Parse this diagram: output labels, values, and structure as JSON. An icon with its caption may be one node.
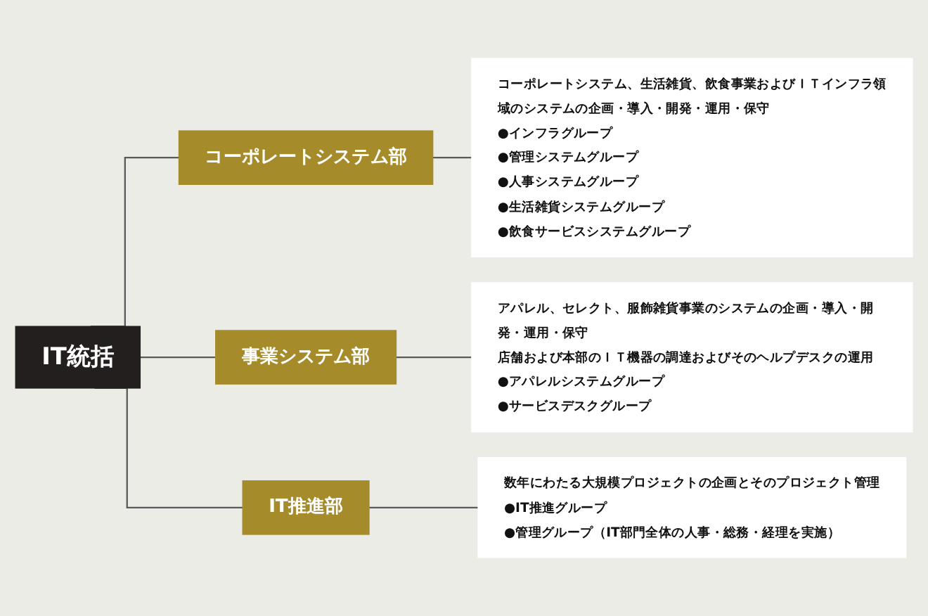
{
  "diagram": {
    "nodes": [
      {
        "text": [
          "IT統括"
        ]
      },
      {
        "text": [
          "コーポレートシステム部"
        ]
      },
      {
        "text": [
          "事業システム部"
        ]
      },
      {
        "text": [
          "IT推進部"
        ]
      },
      {
        "text": [
          "コーポレートシステム、生活雑貨、飲食事業およびＩＴインフラ領域のシステムの企画・導入・開発・運用・保守",
          "●インフラグループ",
          "●管理システムグループ",
          "●人事システムグループ",
          "●生活雑貨システムグループ",
          "●飲食サービスシステムグループ"
        ]
      },
      {
        "text": [
          "アパレル、セレクト、服飾雑貨事業のシステムの企画・導入・開発・運用・保守",
          "店舗および本部のＩＴ機器の調達およびそのヘルプデスクの運用",
          "●アパレルシステムグループ",
          "●サービスデスクグループ"
        ]
      },
      {
        "text": [
          "数年にわたる大規模プロジェクトの企画とそのプロジェクト管理",
          "●IT推進グループ",
          "●管理グループ（IT部門全体の人事・総務・経理を実施）"
        ]
      }
    ],
    "edges": [
      {
        "from": 0,
        "to": 1,
        "arrow": "none"
      },
      {
        "from": 0,
        "to": 2,
        "arrow": "none"
      },
      {
        "from": 0,
        "to": 3,
        "arrow": "none"
      },
      {
        "from": 1,
        "to": 4,
        "arrow": "none"
      },
      {
        "from": 2,
        "to": 5,
        "arrow": "none"
      },
      {
        "from": 3,
        "to": 6,
        "arrow": "none"
      }
    ]
  }
}
